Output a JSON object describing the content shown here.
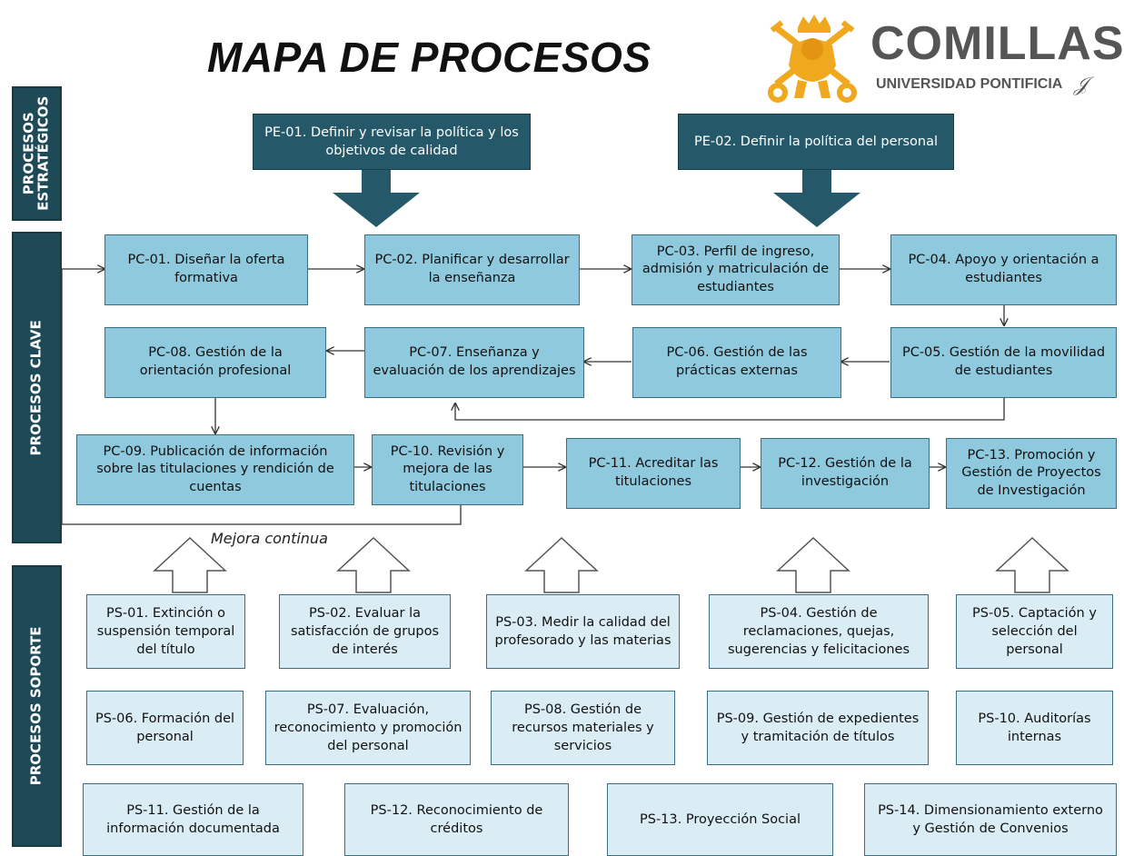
{
  "title": "MAPA DE PROCESOS",
  "logo": {
    "name": "COMILLAS",
    "subtitle": "UNIVERSIDAD PONTIFICIA",
    "colors": {
      "crest": "#f0a81f",
      "text": "#555555"
    }
  },
  "colors": {
    "side": "#1e4a57",
    "pe": "#25596a",
    "pc": "#8ec9dd",
    "ps": "#daedf5",
    "lines": "#333333"
  },
  "sections": {
    "strategic": "PROCESOS ESTRATÉGICOS",
    "strategic_line1": "PROCESOS",
    "strategic_line2": "ESTRATÉGICOS",
    "key": "PROCESOS CLAVE",
    "support": "PROCESOS SOPORTE"
  },
  "strategic": [
    {
      "id": "PE-01",
      "label": "PE-01. Definir y revisar la política y los objetivos de calidad"
    },
    {
      "id": "PE-02",
      "label": "PE-02. Definir la política del personal"
    }
  ],
  "key": [
    {
      "id": "PC-01",
      "label": "PC-01. Diseñar la oferta formativa"
    },
    {
      "id": "PC-02",
      "label": "PC-02. Planificar y desarrollar la enseñanza"
    },
    {
      "id": "PC-03",
      "label": "PC-03. Perfil de ingreso, admisión y matriculación de estudiantes"
    },
    {
      "id": "PC-04",
      "label": "PC-04. Apoyo y orientación a estudiantes"
    },
    {
      "id": "PC-05",
      "label": "PC-05. Gestión de la movilidad de estudiantes"
    },
    {
      "id": "PC-06",
      "label": "PC-06. Gestión de las prácticas externas"
    },
    {
      "id": "PC-07",
      "label": "PC-07. Enseñanza y evaluación de los aprendizajes"
    },
    {
      "id": "PC-08",
      "label": "PC-08. Gestión de la orientación profesional"
    },
    {
      "id": "PC-09",
      "label": "PC-09. Publicación de información sobre las titulaciones y rendición de cuentas"
    },
    {
      "id": "PC-10",
      "label": "PC-10. Revisión y mejora de las titulaciones"
    },
    {
      "id": "PC-11",
      "label": "PC-11. Acreditar las titulaciones"
    },
    {
      "id": "PC-12",
      "label": "PC-12. Gestión de la investigación"
    },
    {
      "id": "PC-13",
      "label": "PC-13. Promoción y Gestión de Proyectos de Investigación"
    }
  ],
  "feedback_label": "Mejora continua",
  "support": [
    {
      "id": "PS-01",
      "label": "PS-01. Extinción o suspensión temporal del título"
    },
    {
      "id": "PS-02",
      "label": "PS-02. Evaluar la satisfacción de grupos de interés"
    },
    {
      "id": "PS-03",
      "label": "PS-03. Medir la calidad del profesorado y las materias"
    },
    {
      "id": "PS-04",
      "label": "PS-04. Gestión de reclamaciones, quejas, sugerencias y felicitaciones"
    },
    {
      "id": "PS-05",
      "label": "PS-05. Captación y selección del personal"
    },
    {
      "id": "PS-06",
      "label": "PS-06. Formación del personal"
    },
    {
      "id": "PS-07",
      "label": "PS-07. Evaluación, reconocimiento y promoción del personal"
    },
    {
      "id": "PS-08",
      "label": "PS-08. Gestión de recursos materiales y servicios"
    },
    {
      "id": "PS-09",
      "label": "PS-09. Gestión de expedientes y tramitación de títulos"
    },
    {
      "id": "PS-10",
      "label": "PS-10. Auditorías internas"
    },
    {
      "id": "PS-11",
      "label": "PS-11. Gestión de la información documentada"
    },
    {
      "id": "PS-12",
      "label": "PS-12. Reconocimiento de créditos"
    },
    {
      "id": "PS-13",
      "label": "PS-13. Proyección Social"
    },
    {
      "id": "PS-14",
      "label": "PS-14. Dimensionamiento externo y Gestión de Convenios"
    }
  ]
}
